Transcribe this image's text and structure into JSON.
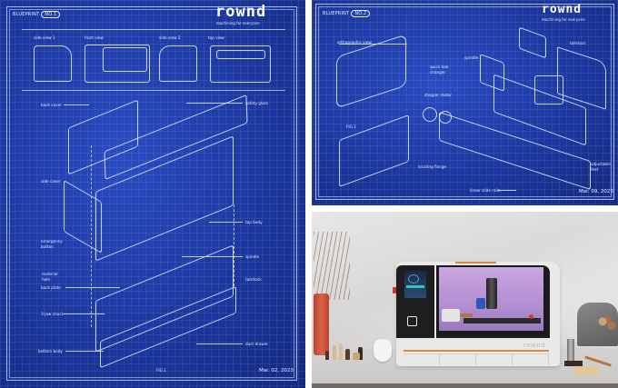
{
  "layout": "collage",
  "panels": {
    "blueprint_1": {
      "badge": "BLUEPRINT",
      "number": "NO.1",
      "logo": "rownd",
      "tagline": "machining for everyone",
      "views": [
        "side view 1",
        "front view",
        "side view 2",
        "top view"
      ],
      "labels": {
        "back_cover": "back cover",
        "safety_glass": "safety glass",
        "side_cover": "side cover",
        "emergency_button": "emergency button",
        "top_body": "top body",
        "material_hole": "material hole",
        "spindle": "spindle",
        "back_plate": "back plate",
        "tailstock": "tailstock",
        "jaw_chuck": "3-jaw chuck",
        "bottom_body": "bottom body",
        "dust_drawer": "dust drawer",
        "fig": "FIG.1"
      },
      "date": "Mar. 02, 2023"
    },
    "blueprint_2": {
      "badge": "BLUEPRINT",
      "number": "NO.2",
      "logo": "rownd",
      "tagline": "machining for everyone",
      "labels": {
        "orthographic_view": "orthographic view",
        "quick_tool_changer": "quick tool changer",
        "spindle": "spindle",
        "stepper_motor": "stepper motor",
        "tailstock": "tailstock",
        "locating_flange": "locating flange",
        "linear_slide_rails": "linear slide rails",
        "adjustable_feet": "adjustable feet",
        "fig": "FIG.1"
      },
      "date": "Mar. 09, 2023"
    },
    "photo": {
      "subject": "rownd desktop lathe on table",
      "machine_brand": "rownd",
      "colors": {
        "chamber": "#b996d6",
        "body": "#e8e8e6",
        "panel": "#1e1e20",
        "accent": "#d98a3a",
        "vase": "#c9543a"
      }
    }
  },
  "colors": {
    "blueprint_bg": "#1c3aa5",
    "blueprint_line": "#e6ecff"
  }
}
